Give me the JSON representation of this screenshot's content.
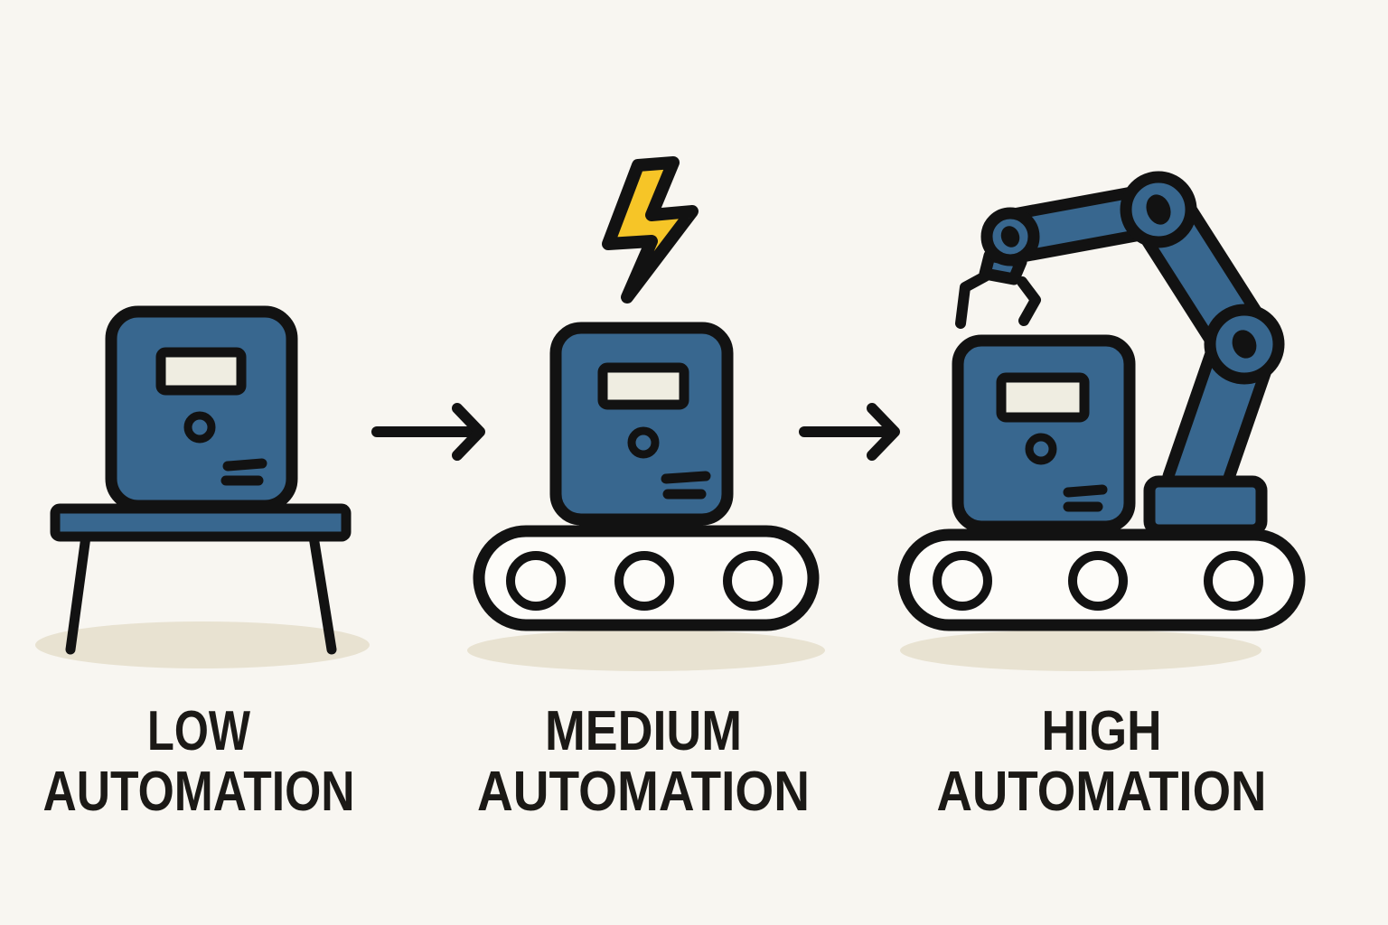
{
  "diagram_title": "",
  "stages": [
    {
      "id": "low",
      "label_line1": "LOW",
      "label_line2": "AUTOMATION",
      "icon": "machine-on-table-icon"
    },
    {
      "id": "medium",
      "label_line1": "MEDIUM",
      "label_line2": "AUTOMATION",
      "icon": "machine-on-conveyor-with-lightning-icon"
    },
    {
      "id": "high",
      "label_line1": "HIGH",
      "label_line2": "AUTOMATION",
      "icon": "machine-on-conveyor-with-robot-arm-icon"
    }
  ],
  "connectors": [
    {
      "type": "right-arrow-icon"
    },
    {
      "type": "right-arrow-icon"
    }
  ],
  "colors": {
    "machine_blue": "#38678F",
    "outline_black": "#121212",
    "panel_cream": "#EFEDE1",
    "conveyor_white": "#FDFCF9",
    "background": "#F8F6F1",
    "shadow_beige": "#E8E2D1",
    "bolt_yellow": "#F6C527",
    "label_color": "#1B1916"
  }
}
